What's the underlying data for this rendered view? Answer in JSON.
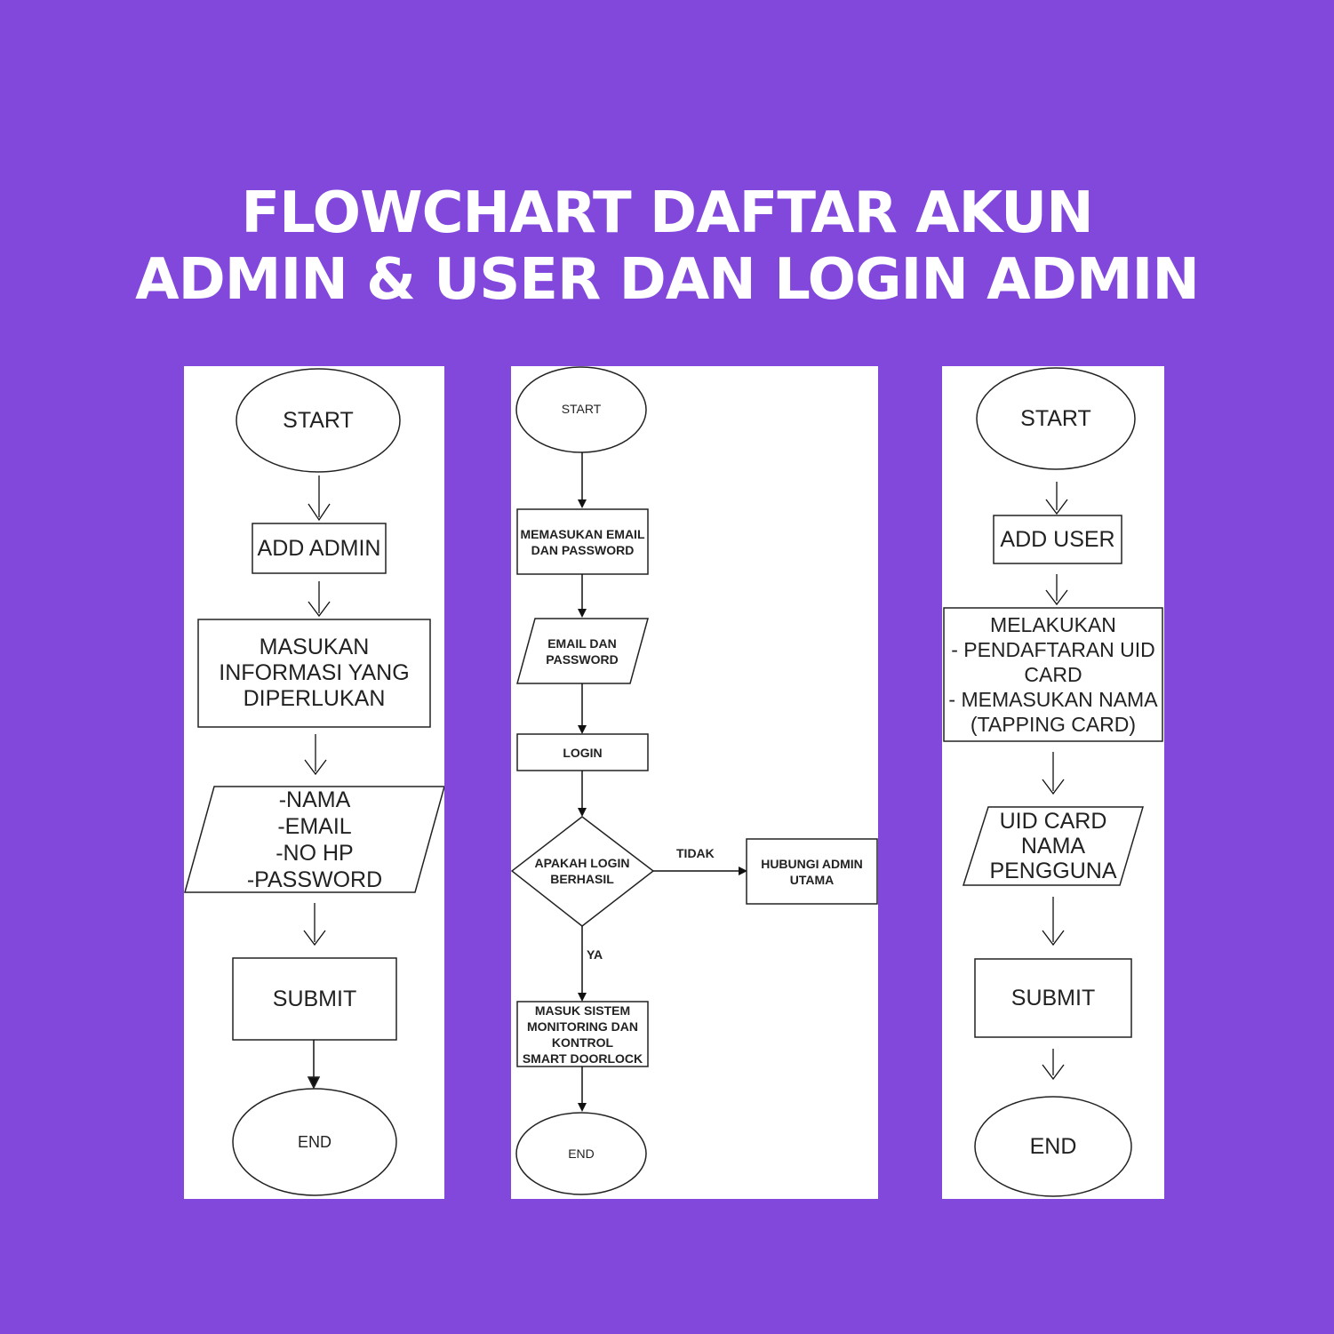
{
  "title": {
    "line1": "FLOWCHART DAFTAR AKUN",
    "line2": "ADMIN & USER DAN LOGIN ADMIN"
  },
  "colors": {
    "background": "#8248DC",
    "panel": "#FFFFFF",
    "ink": "#222222"
  },
  "admin_flow": {
    "start": "START",
    "add": "ADD ADMIN",
    "input_info": "MASUKAN\nINFORMASI YANG\nDIPERLUKAN",
    "data": "-NAMA\n-EMAIL\n-NO HP\n-PASSWORD",
    "submit": "SUBMIT",
    "end": "END"
  },
  "login_flow": {
    "start": "START",
    "enter_credentials": "MEMASUKAN EMAIL\nDAN PASSWORD",
    "credentials_data": "EMAIL DAN\nPASSWORD",
    "login": "LOGIN",
    "decision": "APAKAH LOGIN\nBERHASIL",
    "no_label": "TIDAK",
    "contact_admin": "HUBUNGI ADMIN\nUTAMA",
    "yes_label": "YA",
    "enter_system": "MASUK SISTEM\nMONITORING DAN\nKONTROL\nSMART DOORLOCK",
    "end": "END"
  },
  "user_flow": {
    "start": "START",
    "add": "ADD USER",
    "register": "MELAKUKAN\n- PENDAFTARAN UID\nCARD\n- MEMASUKAN NAMA\n(TAPPING CARD)",
    "data": "UID CARD\nNAMA\nPENGGUNA",
    "submit": "SUBMIT",
    "end": "END"
  }
}
